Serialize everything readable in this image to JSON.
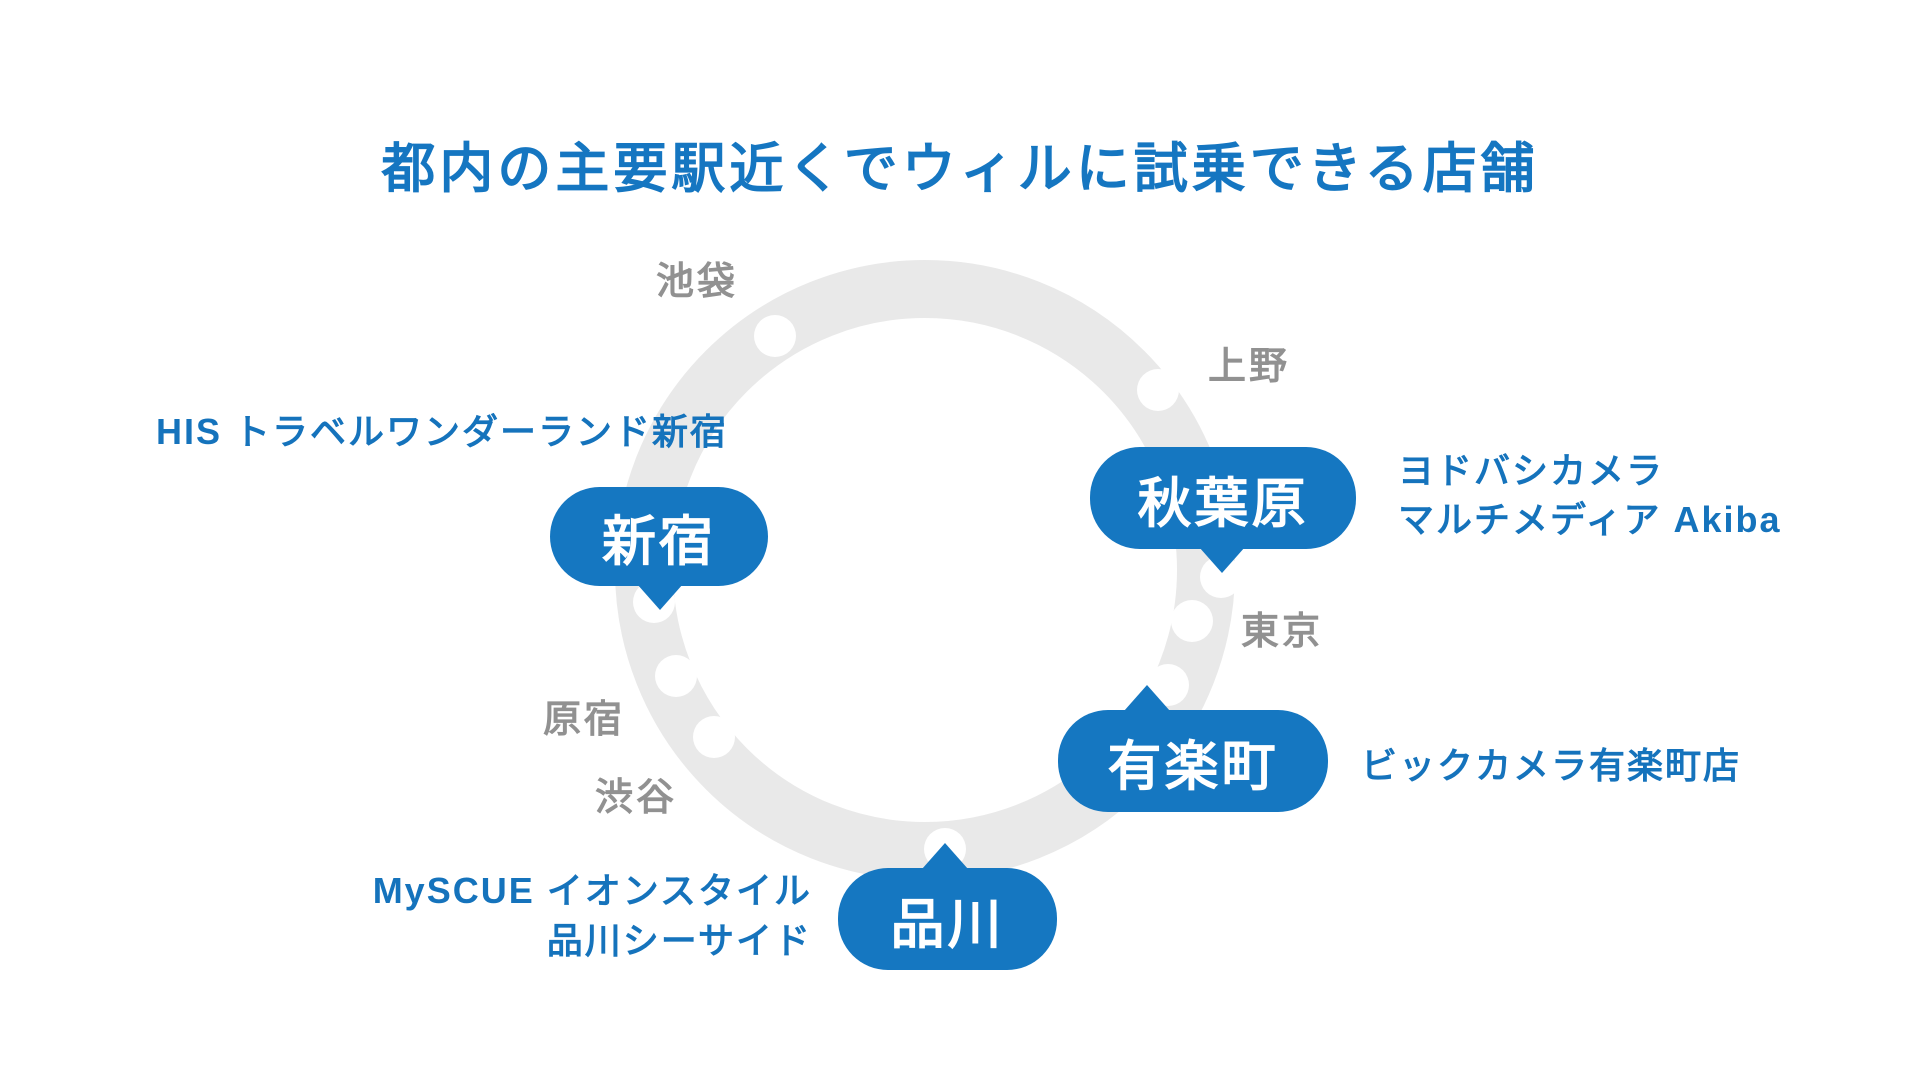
{
  "title": "都内の主要駅近くでウィルに試乗できる店舗",
  "colors": {
    "brand_blue": "#1577C1",
    "title_blue": "#1576C1",
    "store_text_blue": "#1573BC",
    "ring_gray": "#E9E9E9",
    "station_label_gray": "#919191",
    "badge_text_white": "#FFFFFF",
    "background": "#FFFFFF"
  },
  "minor_stations": [
    {
      "id": "ikebukuro",
      "label": "池袋"
    },
    {
      "id": "ueno",
      "label": "上野"
    },
    {
      "id": "tokyo",
      "label": "東京"
    },
    {
      "id": "harajuku",
      "label": "原宿"
    },
    {
      "id": "shibuya",
      "label": "渋谷"
    }
  ],
  "featured_stations": [
    {
      "id": "shinjuku",
      "label": "新宿",
      "store_lines": [
        "HIS トラベルワンダーランド新宿"
      ]
    },
    {
      "id": "akihabara",
      "label": "秋葉原",
      "store_lines": [
        "ヨドバシカメラ",
        "マルチメディア Akiba"
      ]
    },
    {
      "id": "yurakucho",
      "label": "有楽町",
      "store_lines": [
        "ビックカメラ有楽町店"
      ]
    },
    {
      "id": "shinagawa",
      "label": "品川",
      "store_lines": [
        "MySCUE イオンスタイル",
        "品川シーサイド"
      ]
    }
  ]
}
